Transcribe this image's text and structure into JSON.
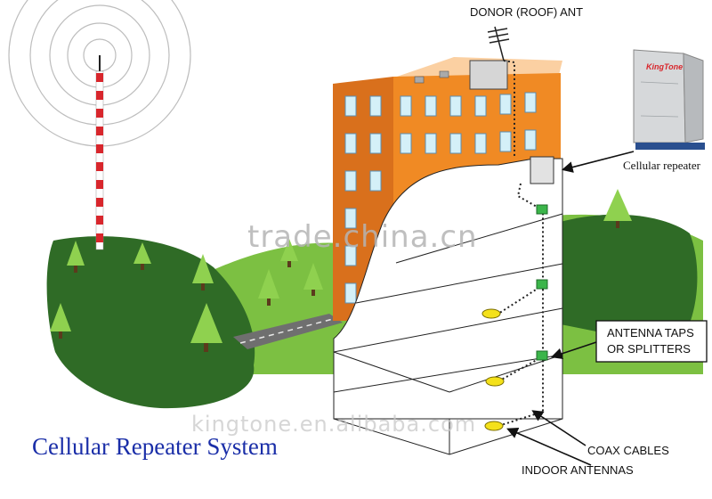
{
  "title": "Cellular Repeater System",
  "labels": {
    "donor_antenna": "DONOR (ROOF) ANT",
    "cellular_repeater": "Cellular repeater",
    "repeater_brand": "KingTone",
    "antenna_taps_line1": "ANTENNA TAPS",
    "antenna_taps_line2": "OR SPLITTERS",
    "coax_cables": "COAX CABLES",
    "indoor_antennas": "INDOOR ANTENNAS"
  },
  "watermarks": {
    "primary": "trade.china.cn",
    "secondary": "kingtone.en.alibaba.com"
  },
  "colors": {
    "title": "#1a2ea8",
    "building": "#f08a24",
    "grass": "#7cc042",
    "hill": "#2f6b26",
    "tower_red": "#d8262c",
    "splitter_green": "#3bb54a",
    "antenna_yellow": "#f4e11a"
  }
}
